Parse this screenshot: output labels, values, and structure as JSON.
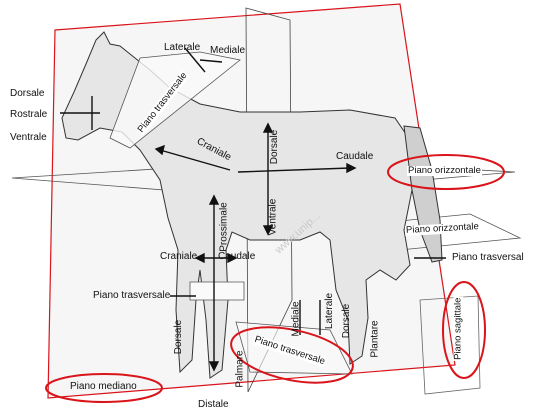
{
  "labels": {
    "laterale_top": "Laterale",
    "mediale_top": "Mediale",
    "dorsale_head": "Dorsale",
    "rostrale": "Rostrale",
    "ventrale_head": "Ventrale",
    "piano_trasversale_neck": "Piano trasversale",
    "craniale_neck": "Craniale",
    "dorsale_back": "Dorsale",
    "caudale_back": "Caudale",
    "ventrale_belly": "Ventrale",
    "piano_orizzontale_top": "Piano orizzontale",
    "piano_orizzontale_mid": "Piano orizzontale",
    "piano_trasversal_right": "Piano trasversal",
    "prossimale": "Prossimale",
    "craniale_leg": "Craniale",
    "caudale_leg": "Caudale",
    "piano_trasversale_leg": "Piano trasversale",
    "dorsale_foreleg": "Dorsale",
    "palmare": "Palmare",
    "mediale_leg": "Mediale",
    "laterale_leg": "Laterale",
    "dorsale_hindleg": "Dorsale",
    "plantare": "Plantare",
    "piano_trasversale_bottom": "Piano trasversale",
    "piano_sagittale": "Piano sagittale",
    "piano_mediano": "Piano mediano",
    "distale": "Distale",
    "watermark": "www.unip..."
  },
  "colors": {
    "highlight": "#d9141a",
    "ink": "#111111",
    "plane_fill": "#f4f4f4",
    "horse_body": "#e9e9e9"
  }
}
